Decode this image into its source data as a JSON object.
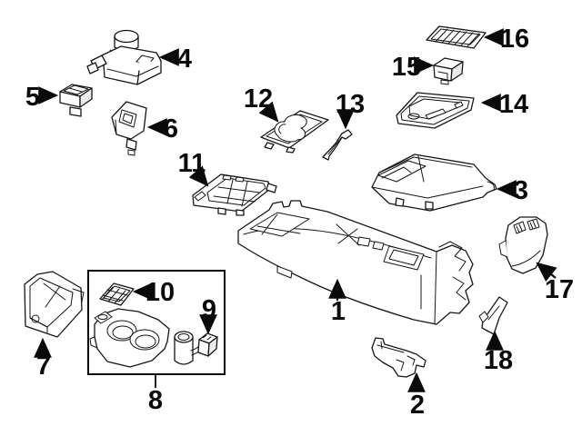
{
  "diagram": {
    "type": "exploded-parts-line-diagram",
    "background_color": "#ffffff",
    "line_color": "#161616",
    "callout_color": "#0a0a0a",
    "callouts": [
      {
        "number": "1"
      },
      {
        "number": "2"
      },
      {
        "number": "3"
      },
      {
        "number": "4"
      },
      {
        "number": "5"
      },
      {
        "number": "6"
      },
      {
        "number": "7"
      },
      {
        "number": "8"
      },
      {
        "number": "9"
      },
      {
        "number": "10"
      },
      {
        "number": "11"
      },
      {
        "number": "12"
      },
      {
        "number": "13"
      },
      {
        "number": "14"
      },
      {
        "number": "15"
      },
      {
        "number": "16"
      },
      {
        "number": "17"
      },
      {
        "number": "18"
      }
    ],
    "group_box": {
      "label_number": "8",
      "encloses_callouts": [
        "9",
        "10"
      ]
    }
  }
}
